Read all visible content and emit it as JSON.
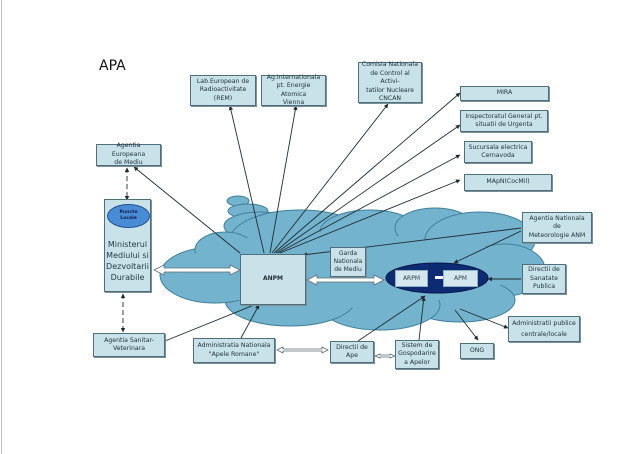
{
  "title": "APA",
  "colors": {
    "cloud_fill": "#74b3cd",
    "cloud_stroke": "#3f7f9a",
    "box_fill": "#c9e2ea",
    "box_border": "#4f6f7c",
    "oval_fill": "#0d2b73",
    "puncte_locale_fill": "#4a8bd6",
    "line": "#1f2d33"
  },
  "nodes": {
    "lab_european": "Lab.European de\nRadioactivitate\n(REM)",
    "ag_internationala": "Ag.Internationala\npt. Energie Atomica\nVienna",
    "comisia_nationala": "Comisia Nationala\nde Control al Activi-\ntatilor Nucleare\nCNCAN",
    "mira": "MIRA",
    "inspectoratul": "Inspectoratul General pt.\nsituatii de Urgenta",
    "sucursala": "Sucursala electrica\nCernavoda",
    "mapn": "MApN(CocMil)",
    "agentia_europeana": "Agentia Europeana\nde Mediu",
    "puncte_locale": "Puncte\nLocale",
    "ministerul": "Ministerul\nMediului si\nDezvoltarii\nDurabile",
    "agentia_meteo": "Agentia Nationala de\nMeteorologie ANM",
    "anpm": "ANPM",
    "garda": "Garda\nNationala\nde Mediu",
    "arpm": "ARPM",
    "apm": "APM",
    "directii_sanatate": "Directii de\nSanatate\nPublica",
    "agentia_sanitar": "Agentia Sanitar-\nVeterinara",
    "admin_apele": "Administratia Nationala\n\"Apele Romane\"",
    "directii_ape": "Directii de\nApe",
    "sistem_gospodarire": "Sistem de\nGospodarire\na Apelor",
    "ong": "ONG",
    "admin_publice": "Administratii publice\ncentrale/locale"
  }
}
